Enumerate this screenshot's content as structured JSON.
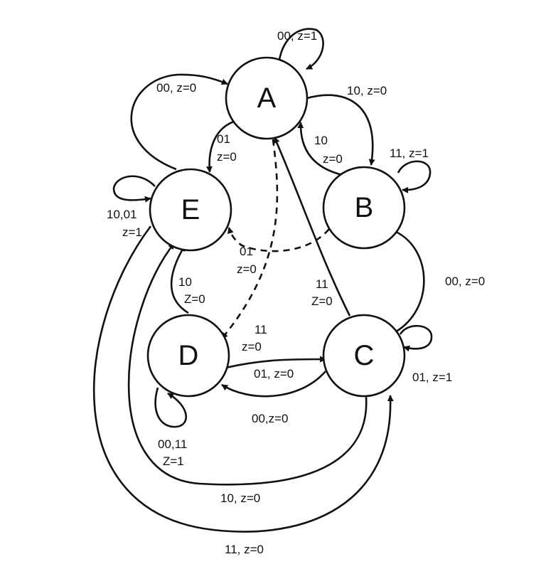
{
  "diagram": {
    "states": [
      {
        "id": "A",
        "label": "A"
      },
      {
        "id": "B",
        "label": "B"
      },
      {
        "id": "C",
        "label": "C"
      },
      {
        "id": "D",
        "label": "D"
      },
      {
        "id": "E",
        "label": "E"
      }
    ],
    "transitions": [
      {
        "from": "A",
        "to": "A",
        "label": "00, z=1"
      },
      {
        "from": "A",
        "to": "B",
        "label": "10, z=0"
      },
      {
        "from": "B",
        "to": "A",
        "label_lines": [
          "10",
          "z=0"
        ]
      },
      {
        "from": "B",
        "to": "B",
        "label": "11, z=1"
      },
      {
        "from": "E",
        "to": "A",
        "label": "00, z=0"
      },
      {
        "from": "A",
        "to": "E",
        "label_lines": [
          "01",
          "z=0"
        ]
      },
      {
        "from": "E",
        "to": "E",
        "label_lines": [
          "10,01",
          "z=1"
        ]
      },
      {
        "from": "B",
        "to": "E",
        "label_lines": [
          "01",
          "z=0"
        ],
        "style": "dashed"
      },
      {
        "from": "A",
        "to": "D",
        "label_lines": [
          "11",
          "z=0"
        ],
        "style": "dashed"
      },
      {
        "from": "C",
        "to": "A",
        "label_lines": [
          "11",
          "Z=0"
        ]
      },
      {
        "from": "B",
        "to": "C",
        "label": "00, z=0"
      },
      {
        "from": "C",
        "to": "C",
        "label": "01, z=1"
      },
      {
        "from": "D",
        "to": "C",
        "label": "01, z=0"
      },
      {
        "from": "C",
        "to": "D",
        "label": "00,z=0"
      },
      {
        "from": "D",
        "to": "E",
        "label_lines": [
          "10",
          "Z=0"
        ]
      },
      {
        "from": "D",
        "to": "D",
        "label_lines": [
          "00,11",
          "Z=1"
        ]
      },
      {
        "from": "C",
        "to": "E",
        "label": "10, z=0"
      },
      {
        "from": "E",
        "to": "C",
        "label": "11, z=0"
      }
    ]
  }
}
